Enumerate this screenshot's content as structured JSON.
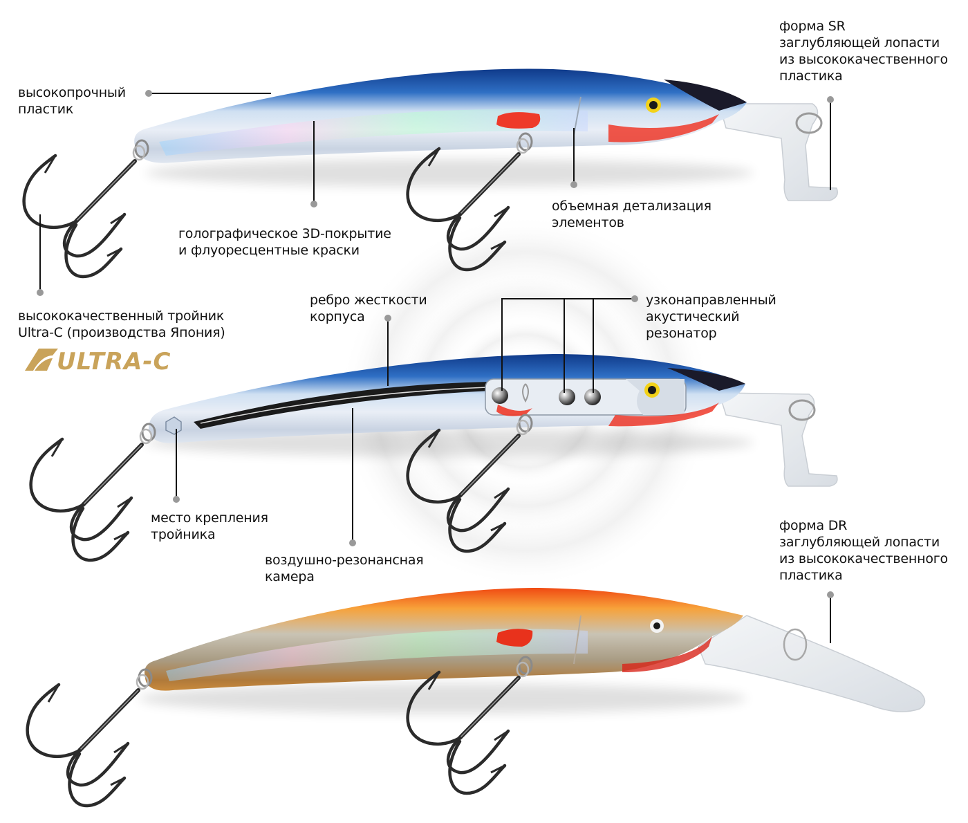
{
  "figure": {
    "subject": "fishing-lure-features",
    "colors": {
      "text": "#111111",
      "callout_line": "#111111",
      "callout_dot": "#999999",
      "logo_gold": "#c9a35a",
      "lure_blue": "#2f6fc4",
      "lure_blue_dark": "#0f3a8a",
      "lure_orange": "#f26a1b",
      "gill_red": "#ee3a2a",
      "eye_yellow": "#f3d21a",
      "hook_steel": "#3a3a3a"
    }
  },
  "labels": {
    "high_strength_plastic": "высокопрочный\nпластик",
    "sr_lip": "форма SR\nзаглубляющей лопасти\nиз высококачественного\nпластика",
    "holographic_coating": "голографическое 3D-покрытие\nи флуоресцентные краски",
    "volume_detailing": "объемная детализация\nэлементов",
    "treble_hook": "высококачественный тройник\nUltra-C (производства Япония)",
    "stiffening_rib": "ребро жесткости\nкорпуса",
    "acoustic_resonator": "узконаправленный\nакустический\nрезонатор",
    "hook_mount": "место крепления\nтройника",
    "air_chamber": "воздушно-резонансная\nкамера",
    "dr_lip": "форма DR\nзаглубляющей лопасти\nиз высококачественного\nпластика"
  },
  "logo": {
    "text": "ULTRA-C"
  },
  "lures": [
    {
      "name": "lure-sr-blue",
      "variant": "SR",
      "color": "blue-silver"
    },
    {
      "name": "lure-cutaway-blue",
      "variant": "SR cutaway",
      "color": "blue-silver"
    },
    {
      "name": "lure-dr-orange",
      "variant": "DR",
      "color": "orange-gold"
    }
  ]
}
